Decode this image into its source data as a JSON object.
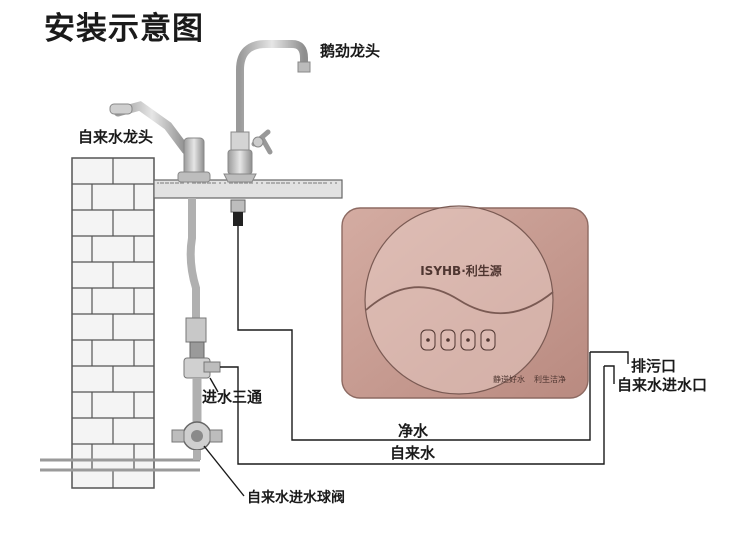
{
  "title": "安装示意图",
  "labels": {
    "gooseneck_faucet": "鹅劲龙头",
    "tap_faucet": "自来水龙头",
    "drain_outlet": "排污口",
    "tap_water_inlet": "自来水进水口",
    "inlet_tee": "进水三通",
    "pure_water_line": "净水",
    "tap_water_line": "自来水",
    "inlet_ball_valve": "自来水进水球阀"
  },
  "device": {
    "brand": "ISYHB·利生源",
    "panel_left": "静逆好水",
    "panel_right": "利生洁净",
    "panel_color": "#c99e93",
    "circle_color": "#e8ccc4",
    "button_count": 4
  },
  "colors": {
    "line": "#1a1a1a",
    "pipe": "#b9b9b9",
    "brick_line": "#555555",
    "counter": "#e2e2e2"
  }
}
